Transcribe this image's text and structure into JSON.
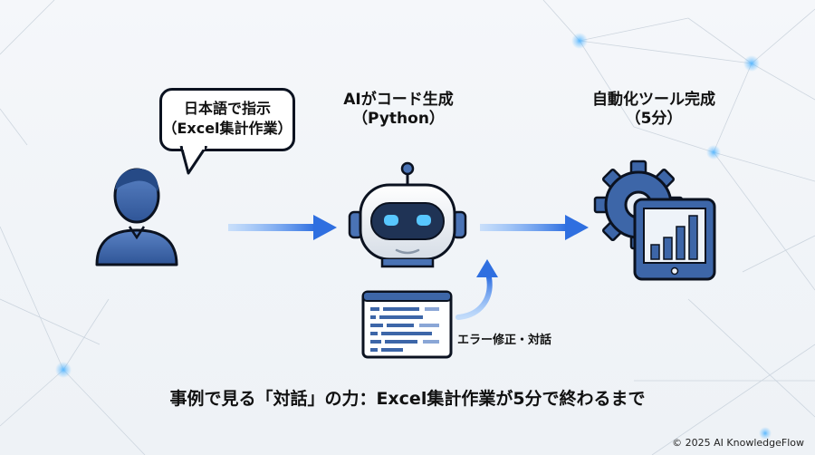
{
  "user": {
    "bubble_line1": "日本語で指示",
    "bubble_line2": "（Excel集計作業）"
  },
  "ai": {
    "title_line1": "AIがコード生成",
    "title_line2": "（Python）"
  },
  "result": {
    "title_line1": "自動化ツール完成",
    "title_line2": "（5分）"
  },
  "feedback_label": "エラー修正・対話",
  "caption": "事例で見る「対話」の力：Excel集計作業が5分で終わるまで",
  "copyright": "© 2025 AI KnowledgeFlow",
  "colors": {
    "icon_blue": "#3d66a8",
    "arrow_blue": "#2f6fe0",
    "outline": "#0b1220"
  }
}
